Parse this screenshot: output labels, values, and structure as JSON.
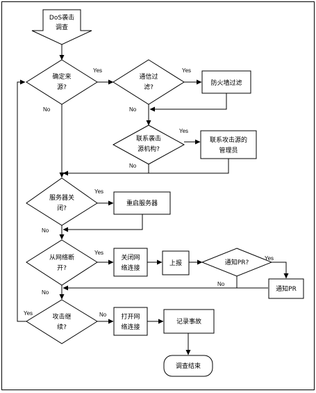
{
  "start": [
    "DoS袭击",
    "调查"
  ],
  "nodes": {
    "d_source": [
      "确定来",
      "源?"
    ],
    "d_filter": [
      "通信过",
      "滤?"
    ],
    "p_firewall": [
      "防火墙过滤"
    ],
    "d_contact": [
      "联系袭击",
      "源机构?"
    ],
    "p_contact": [
      "联系攻击源的",
      "管理员"
    ],
    "d_server_off": [
      "服务器关",
      "闭?"
    ],
    "p_restart": [
      "重启服务器"
    ],
    "d_disconnect": [
      "从网络断",
      "开?"
    ],
    "p_close_net": [
      "关闭网",
      "络连接"
    ],
    "p_report": [
      "上报"
    ],
    "d_notify": [
      "通知PR?"
    ],
    "p_notify": [
      "通知PR"
    ],
    "d_continue": [
      "攻击继",
      "续?"
    ],
    "p_open_net": [
      "打开网",
      "络连接"
    ],
    "p_record": [
      "记录事故"
    ],
    "end": [
      "调查结束"
    ]
  },
  "labels": {
    "yes": "Yes",
    "no": "No"
  }
}
